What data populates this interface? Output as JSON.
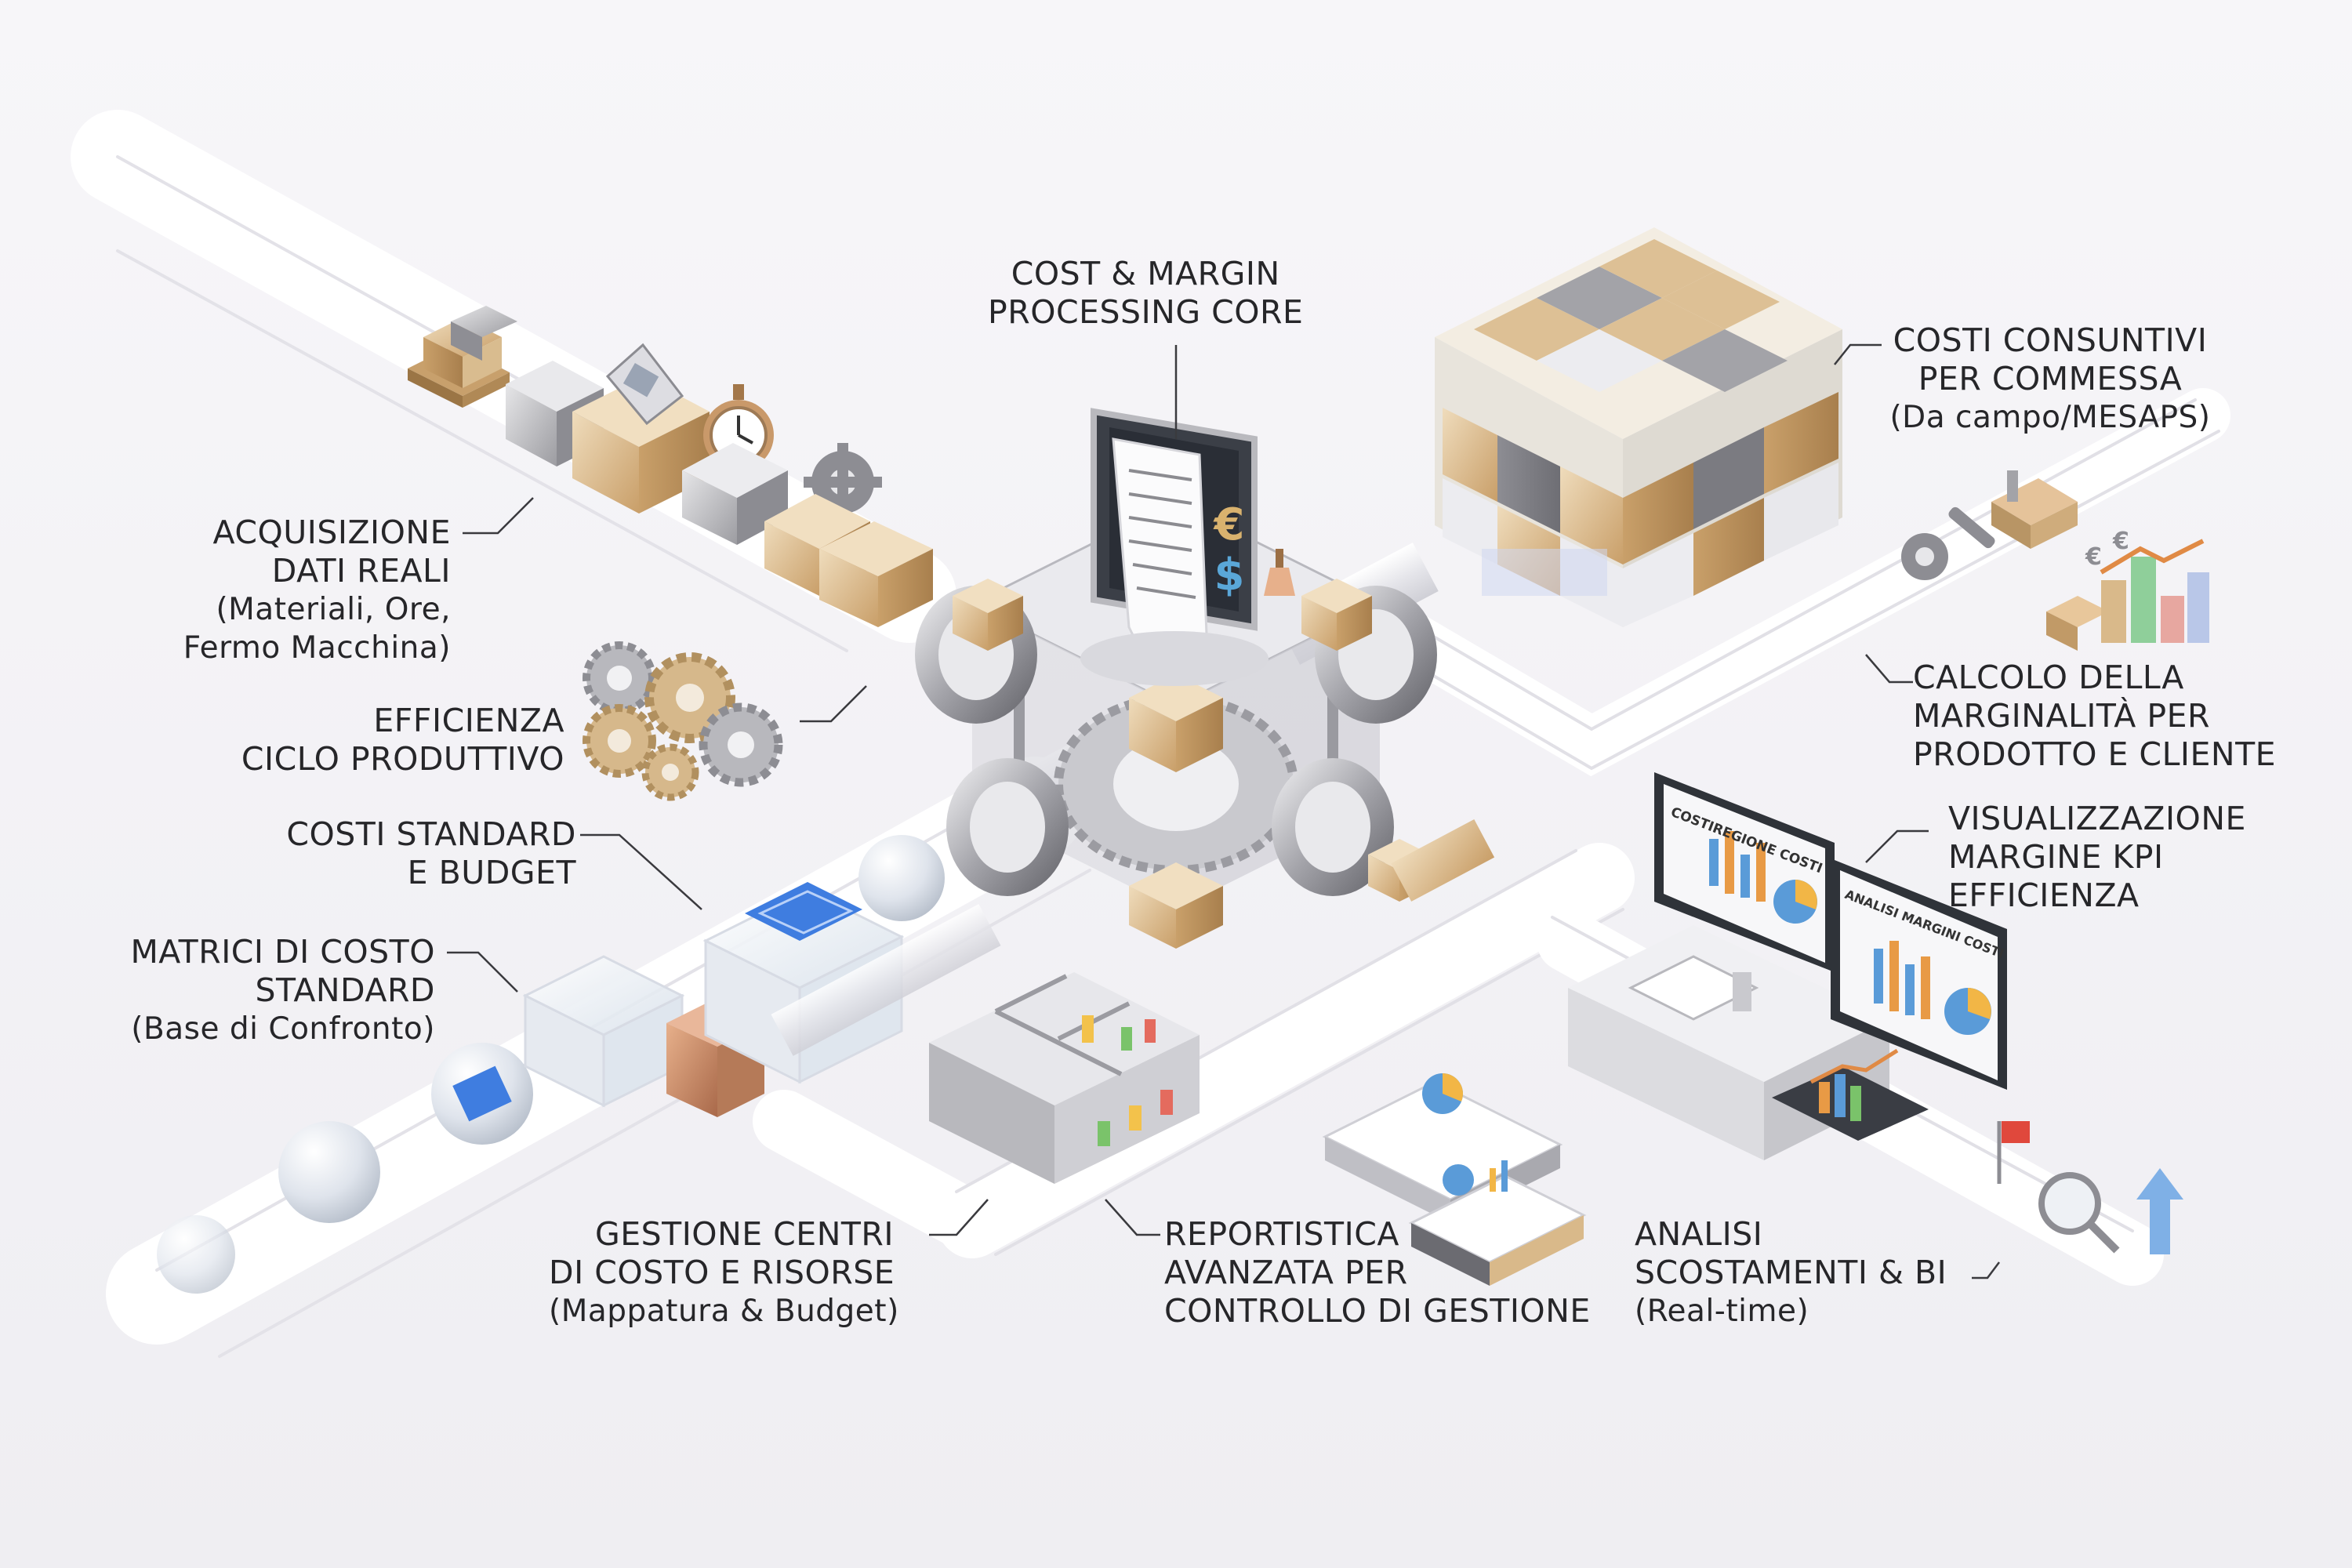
{
  "core": {
    "title_line1": "COST & MARGIN",
    "title_line2": "PROCESSING CORE"
  },
  "labels": {
    "acquisizione": {
      "line1": "ACQUISIZIONE",
      "line2": "DATI REALI",
      "sub1": "(Materiali, Ore,",
      "sub2": "Fermo Macchina)"
    },
    "efficienza": {
      "line1": "EFFICIENZA",
      "line2": "CICLO PRODUTTIVO"
    },
    "costi_standard": {
      "line1": "COSTI STANDARD",
      "line2": "E BUDGET"
    },
    "matrici": {
      "line1": "MATRICI DI COSTO",
      "line2": "STANDARD",
      "sub1": "(Base di Confronto)"
    },
    "gestione": {
      "line1": "GESTIONE CENTRI",
      "line2": "DI COSTO E RISORSE",
      "sub1": "(Mappatura & Budget)"
    },
    "reportistica": {
      "line1": "REPORTISTICA",
      "line2": "AVANZATA PER",
      "line3": "CONTROLLO DI GESTIONE"
    },
    "analisi": {
      "line1": "ANALISI",
      "line2": "SCOSTAMENTI & BI",
      "sub1": "(Real-time)"
    },
    "costi_consuntivi": {
      "line1": "COSTI CONSUNTIVI",
      "line2": "PER COMMESSA",
      "sub1": "(Da campo/MESAPS)"
    },
    "calcolo": {
      "line1": "CALCOLO DELLA",
      "line2": "MARGINALITÀ PER",
      "line3": "PRODOTTO E CLIENTE"
    },
    "visualizzazione": {
      "line1": "VISUALIZZAZIONE",
      "line2": "MARGINE KPI",
      "line3": "EFFICIENZA"
    }
  },
  "screens": {
    "monitor1_title": "COSTIREGIONE COSTI",
    "monitor2_title": "ANALISI MARGINI COSTI"
  },
  "currency": {
    "euro": "€",
    "dollar": "$"
  },
  "colors": {
    "gold": "#d9b98a",
    "steel": "#a9a9ad",
    "glass": "#e7edf3",
    "copper": "#c98e62",
    "blue_tile": "#3f7de0",
    "text": "#262629"
  }
}
